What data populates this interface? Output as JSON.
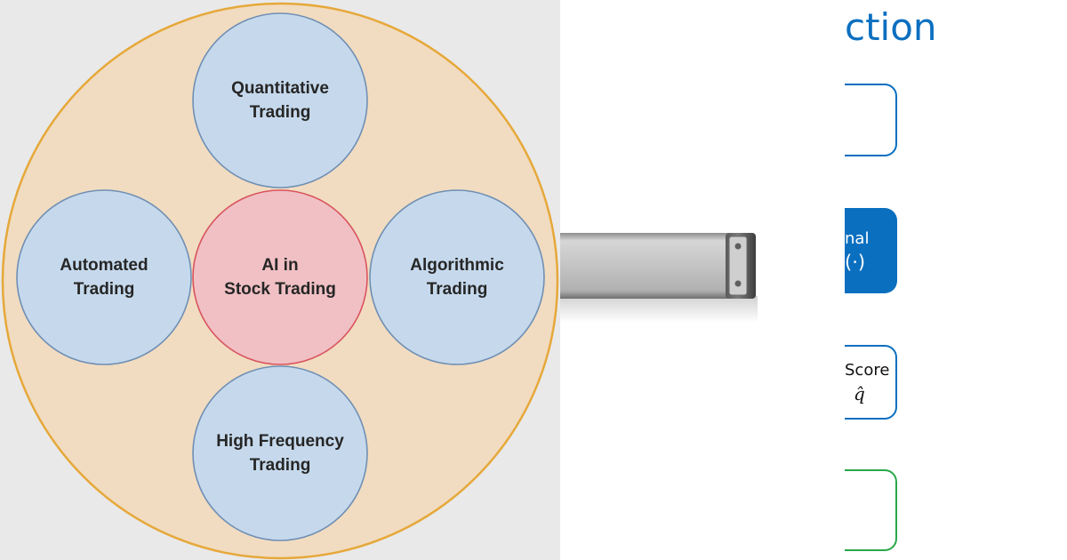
{
  "colors": {
    "outer_fill": "#f1dcc1",
    "outer_stroke": "#e6a83a",
    "node_fill": "#c6d9ec",
    "node_stroke": "#6f8fb4",
    "center_fill": "#f0c0c4",
    "center_stroke": "#d9545e",
    "accent_blue": "#0b6fc0",
    "accent_green": "#2aa84a"
  },
  "diagram": {
    "center": {
      "line1": "AI in",
      "line2": "Stock Trading"
    },
    "nodes": [
      {
        "id": "quantitative",
        "line1": "Quantitative",
        "line2": "Trading"
      },
      {
        "id": "automated",
        "line1": "Automated",
        "line2": "Trading"
      },
      {
        "id": "algorithmic",
        "line1": "Algorithmic",
        "line2": "Trading"
      },
      {
        "id": "high-frequency",
        "line1": "High Frequency",
        "line2": "Trading"
      }
    ]
  },
  "right_panel": {
    "heading": "ction",
    "box2": {
      "line1": "nal",
      "line2": "(·)"
    },
    "box3": {
      "line1": "Score",
      "line2": "q̂"
    }
  }
}
